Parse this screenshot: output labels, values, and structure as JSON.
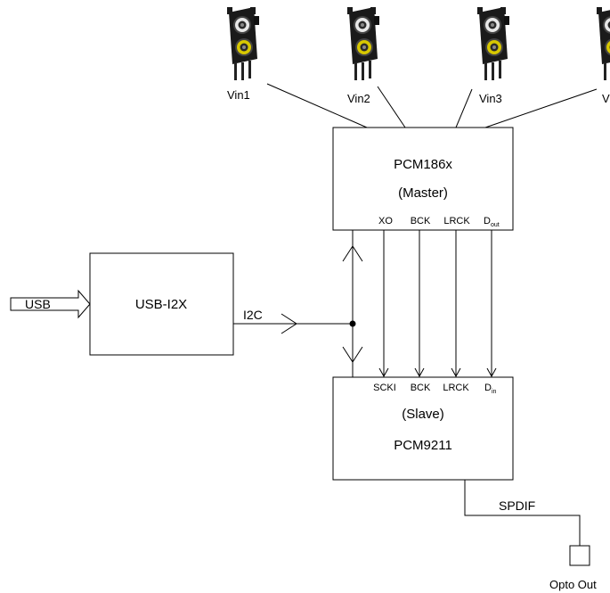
{
  "jacks": [
    {
      "label": "Vin1"
    },
    {
      "label": "Vin2"
    },
    {
      "label": "Vin3"
    },
    {
      "label": "V"
    }
  ],
  "master": {
    "name": "PCM186x",
    "role": "(Master)"
  },
  "master_pins": {
    "xo": "XO",
    "bck": "BCK",
    "lrck": "LRCK",
    "dout_main": "D",
    "dout_sub": "out"
  },
  "slave": {
    "role": "(Slave)",
    "name": "PCM9211"
  },
  "slave_pins": {
    "scki": "SCKI",
    "bck": "BCK",
    "lrck": "LRCK",
    "din_main": "D",
    "din_sub": "in"
  },
  "usb_bridge": {
    "name": "USB-I2X"
  },
  "signals": {
    "usb": "USB",
    "i2c": "I2C",
    "spdif": "SPDIF"
  },
  "opto": {
    "label": "Opto Out"
  },
  "colors": {
    "line": "#000000",
    "jack_body": "#1a1a1a",
    "jack_white": "#e8e8e8",
    "jack_yellow": "#d8c800"
  }
}
